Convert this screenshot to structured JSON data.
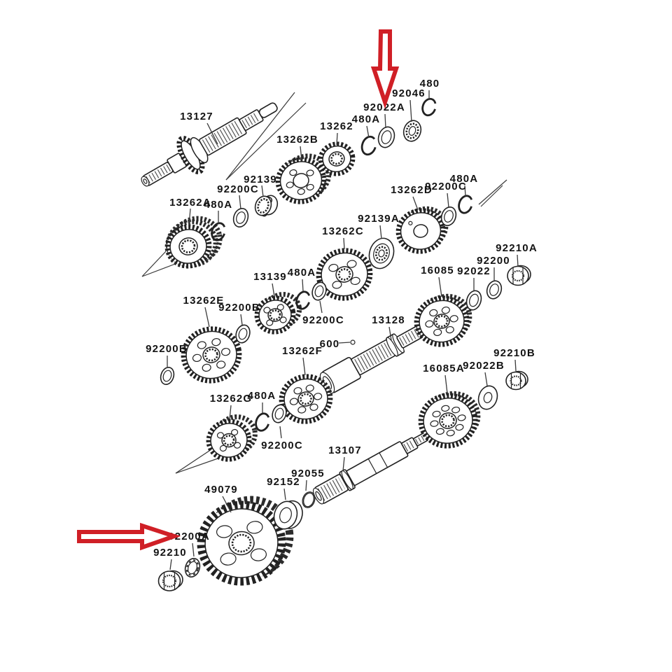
{
  "colors": {
    "line_art": "#222222",
    "label_text": "#141414",
    "arrow_accent": "#d01f26",
    "background": "#ffffff"
  },
  "labels": [
    "13127",
    "480A",
    "92022A",
    "92046",
    "480",
    "13262B",
    "13262",
    "92139",
    "92200C",
    "480A",
    "13262A",
    "13262D",
    "92200C",
    "480A",
    "92139A",
    "13262C",
    "16085",
    "92022",
    "92200",
    "92210A",
    "13139",
    "480A",
    "92200C",
    "13262E",
    "92200B",
    "92200B",
    "13128",
    "600",
    "13262F",
    "16085A",
    "92022B",
    "92210B",
    "13262G",
    "480A",
    "92200C",
    "13107",
    "92055",
    "92152",
    "49079",
    "92200A",
    "92210"
  ],
  "arrows": [
    {
      "name": "red-arrow-top",
      "direction": "down",
      "points_to": "92022A"
    },
    {
      "name": "red-arrow-bottom-left",
      "direction": "right",
      "points_to": "92200A"
    }
  ]
}
